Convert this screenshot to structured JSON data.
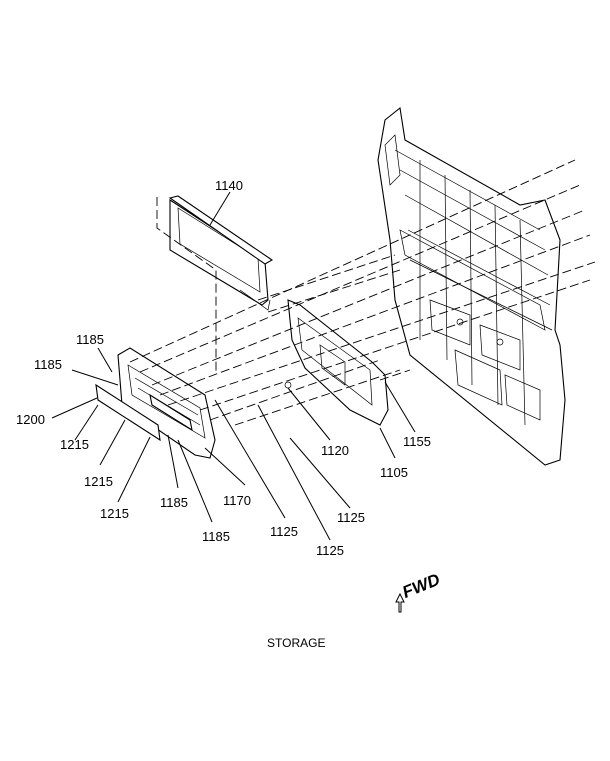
{
  "diagram": {
    "caption": "STORAGE",
    "direction_label": "FWD",
    "direction_icon": "arrow-forward-icon",
    "callouts": [
      "1140",
      "1185",
      "1185",
      "1200",
      "1215",
      "1215",
      "1215",
      "1185",
      "1185",
      "1170",
      "1125",
      "1125",
      "1125",
      "1120",
      "1105",
      "1155"
    ]
  }
}
